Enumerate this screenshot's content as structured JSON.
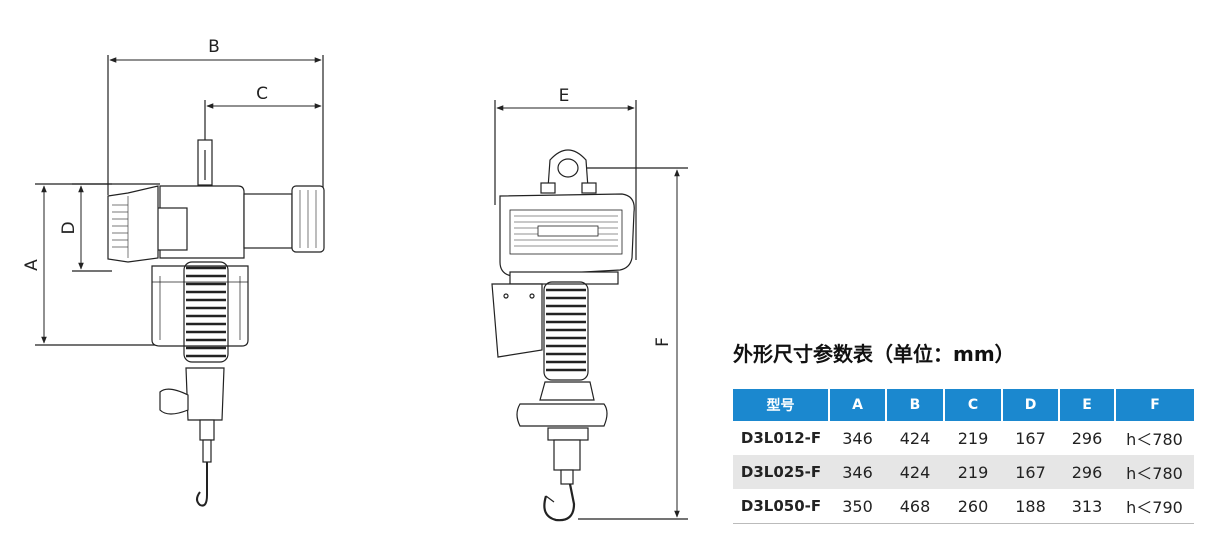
{
  "dimension_labels": {
    "a": "A",
    "b": "B",
    "c": "C",
    "d": "D",
    "e": "E",
    "f": "F"
  },
  "table": {
    "title": "外形尺寸参数表（单位：mm）",
    "headers": [
      "型号",
      "A",
      "B",
      "C",
      "D",
      "E",
      "F"
    ],
    "rows": [
      [
        "D3L012-F",
        "346",
        "424",
        "219",
        "167",
        "296",
        "h＜780"
      ],
      [
        "D3L025-F",
        "346",
        "424",
        "219",
        "167",
        "296",
        "h＜780"
      ],
      [
        "D3L050-F",
        "350",
        "468",
        "260",
        "188",
        "313",
        "h＜790"
      ]
    ],
    "header_color": "#1b88cf",
    "alt_row_color": "#e6e6e6"
  }
}
